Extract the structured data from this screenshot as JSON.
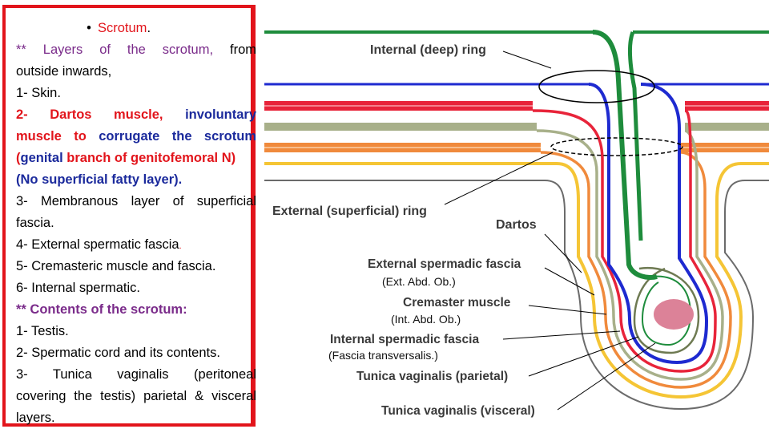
{
  "text_panel": {
    "heading": "Scrotum",
    "heading_period": ".",
    "layers_intro_1": "** Layers of the scrotum,",
    "layers_intro_2": "from",
    "layers_intro_3": "outside inwards,",
    "layer_1": "1- Skin.",
    "layer_2a_red": "2- Dartos muscle,",
    "layer_2a_blue": "involuntary",
    "layer_2b_red": "muscle to",
    "layer_2b_blue": "corrugate the scrotum",
    "layer_2c_paren_open": "(",
    "layer_2c_blue": "genital",
    "layer_2c_red": "branch of genitofemoral N)",
    "layer_2d": "(No superficial fatty layer).",
    "layer_3a": "3- Membranous layer of superficial",
    "layer_3b": "fascia.",
    "layer_4": "4- External spermatic fascia",
    "layer_4_period": ".",
    "layer_5": "5- Cremasteric muscle and fascia.",
    "layer_6": "6- Internal spermatic.",
    "contents_heading": "** Contents of the scrotum:",
    "content_1": "1- Testis.",
    "content_2": "2- Spermatic cord and its contents.",
    "content_3a": "3- Tunica vaginalis (peritoneal",
    "content_3b": "covering the testis) parietal & visceral",
    "content_3c": "layers."
  },
  "diagram": {
    "labels": {
      "internal_ring": "Internal (deep) ring",
      "external_ring": "External (superficial) ring",
      "dartos": "Dartos",
      "ext_spermatic_fascia": "External spermadic fascia",
      "ext_sub": "(Ext. Abd. Ob.)",
      "cremaster": "Cremaster muscle",
      "int_sub": "(Int. Abd. Ob.)",
      "int_spermatic_fascia": "Internal spermadic fascia",
      "fascia_sub": "(Fascia transversalis.)",
      "tv_parietal": "Tunica vaginalis (parietal)",
      "tv_visceral": "Tunica vaginalis (visceral)"
    },
    "colors": {
      "green": "#1e8c3c",
      "blue": "#1e2ad0",
      "red": "#e8243a",
      "olive": "#a8b08a",
      "orange": "#f08a3c",
      "yellow": "#f5c535",
      "testis": "#dc8298",
      "frame_red": "#e2141b"
    }
  }
}
